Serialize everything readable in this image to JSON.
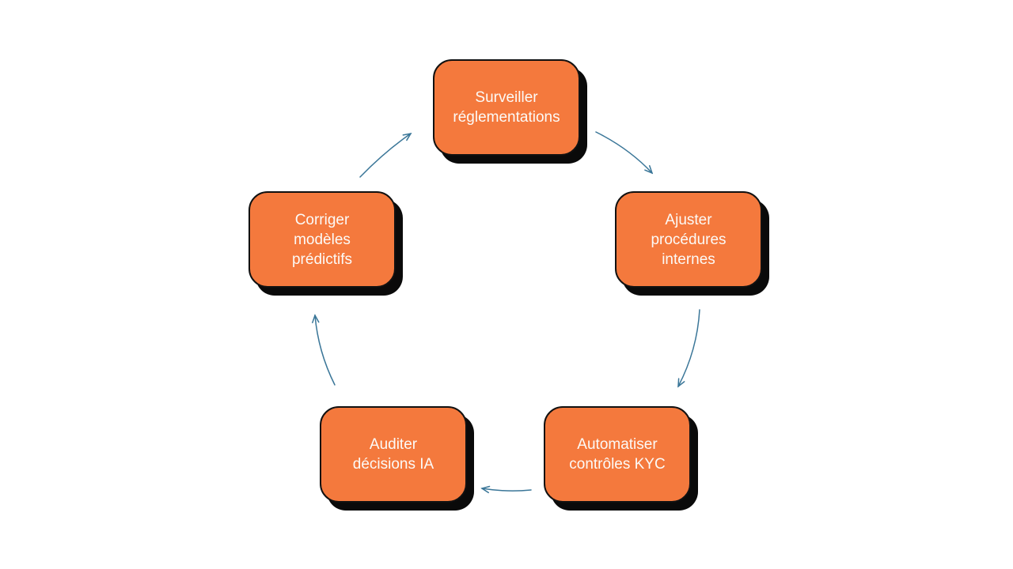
{
  "diagram": {
    "type": "cycle",
    "direction": "clockwise",
    "nodes": [
      {
        "id": "surveiller-reglementations",
        "label": "Surveiller\nréglementations",
        "position": "top"
      },
      {
        "id": "ajuster-procedures-internes",
        "label": "Ajuster\nprocédures\ninternes",
        "position": "right"
      },
      {
        "id": "automatiser-controles-kyc",
        "label": "Automatiser\ncontrôles KYC",
        "position": "bottom-right"
      },
      {
        "id": "auditer-decisions-ia",
        "label": "Auditer\ndécisions IA",
        "position": "bottom-left"
      },
      {
        "id": "corriger-modeles-predictifs",
        "label": "Corriger\nmodèles\nprédictifs",
        "position": "left"
      }
    ],
    "arrows": [
      {
        "from": "surveiller-reglementations",
        "to": "ajuster-procedures-internes"
      },
      {
        "from": "ajuster-procedures-internes",
        "to": "automatiser-controles-kyc"
      },
      {
        "from": "automatiser-controles-kyc",
        "to": "auditer-decisions-ia"
      },
      {
        "from": "auditer-decisions-ia",
        "to": "corriger-modeles-predictifs"
      },
      {
        "from": "corriger-modeles-predictifs",
        "to": "surveiller-reglementations"
      }
    ],
    "colors": {
      "background": "#FFFFFF",
      "node_fill": "#F4793D",
      "node_border": "#111111",
      "node_text": "#FCFAF7",
      "shadow": "#0A0A0A",
      "arrow": "#3A7698"
    }
  }
}
